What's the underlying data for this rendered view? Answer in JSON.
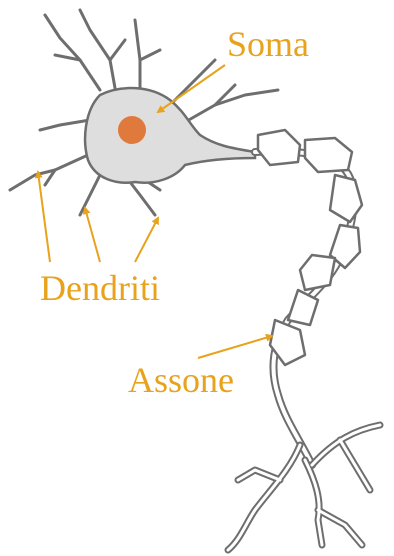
{
  "labels": {
    "soma": "Soma",
    "dendrites": "Dendriti",
    "axon": "Assone"
  },
  "colors": {
    "label": "#E8A21C",
    "arrow": "#E8A21C",
    "nucleus": "#E07A3C",
    "cell_fill": "#DEDEDE",
    "outline": "#6E6E6E"
  }
}
